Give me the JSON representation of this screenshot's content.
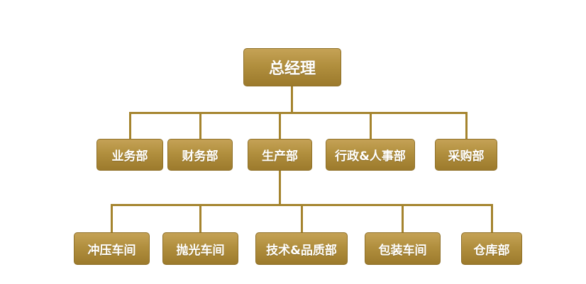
{
  "org_chart": {
    "root": {
      "label": "总经理"
    },
    "level2": [
      {
        "label": "业务部"
      },
      {
        "label": "财务部"
      },
      {
        "label": "生产部"
      },
      {
        "label": "行政&人事部"
      },
      {
        "label": "采购部"
      }
    ],
    "level3_parent": "生产部",
    "level3": [
      {
        "label": "冲压车间"
      },
      {
        "label": "抛光车间"
      },
      {
        "label": "技术&品质部"
      },
      {
        "label": "包装车间"
      },
      {
        "label": "仓库部"
      }
    ],
    "colors": {
      "box_gradient_top": "#c5a256",
      "box_gradient_bottom": "#9c7a2c",
      "box_border": "#8f7028",
      "connector_line": "#a5842e",
      "text": "#ffffff",
      "background": "#ffffff"
    }
  }
}
